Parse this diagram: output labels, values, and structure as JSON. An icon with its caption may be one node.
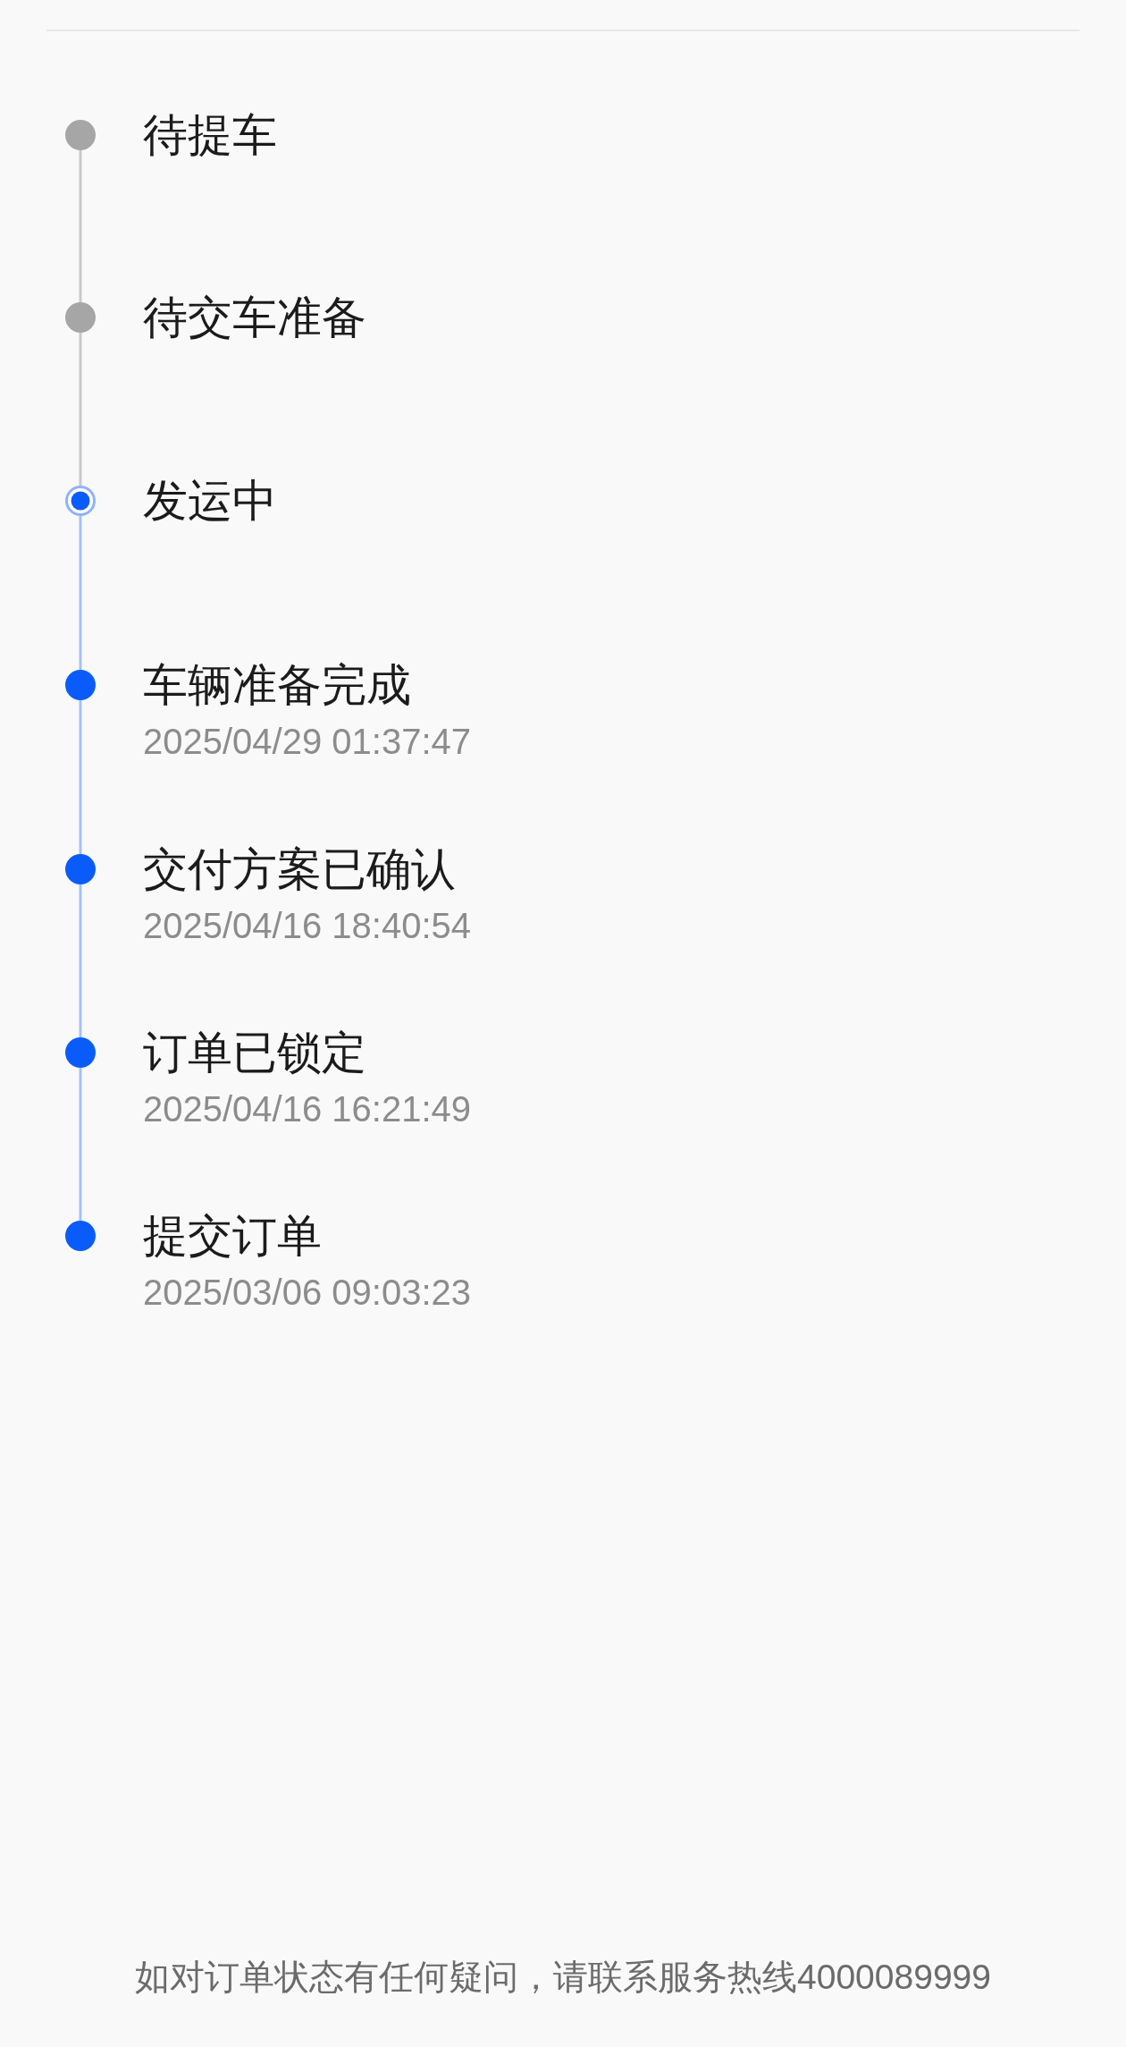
{
  "diagram": {
    "nodes": [
      {
        "text": [],
        "shape": "circle",
        "beside": [
          "待提车"
        ]
      },
      {
        "text": [],
        "shape": "circle",
        "beside": [
          "待交车准备"
        ]
      },
      {
        "text": [],
        "shape": "circle",
        "beside": [
          "发运中"
        ]
      },
      {
        "text": [],
        "shape": "circle",
        "beside": [
          "车辆准备完成",
          "2025/04/29 01:37:47"
        ]
      },
      {
        "text": [],
        "shape": "circle",
        "beside": [
          "交付方案已确认",
          "2025/04/16 18:40:54"
        ]
      },
      {
        "text": [],
        "shape": "circle",
        "beside": [
          "订单已锁定",
          "2025/04/16 16:21:49"
        ]
      },
      {
        "text": [],
        "shape": "circle",
        "beside": [
          "提交订单",
          "2025/03/06 09:03:23"
        ]
      }
    ],
    "edges": [
      {
        "from": 0,
        "to": 1,
        "arrow": "none",
        "color": "#c8c8c8"
      },
      {
        "from": 1,
        "to": 2,
        "arrow": "none",
        "color": "#c8c8c8"
      },
      {
        "from": 2,
        "to": 3,
        "arrow": "none"
      },
      {
        "from": 3,
        "to": 4,
        "arrow": "none"
      },
      {
        "from": 4,
        "to": 5,
        "arrow": "none"
      },
      {
        "from": 5,
        "to": 6,
        "arrow": "none"
      }
    ],
    "labels": [
      "如对订单状态有任何疑问，请联系服务热线4000089999"
    ]
  }
}
